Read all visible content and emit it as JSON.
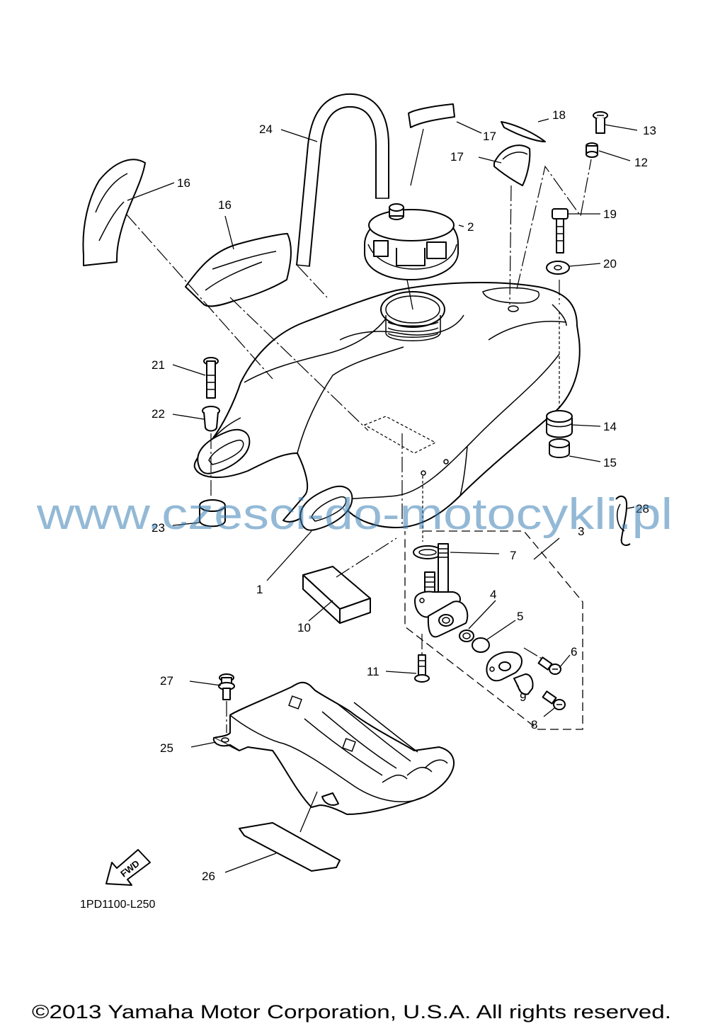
{
  "diagram": {
    "callouts": [
      {
        "id": "1",
        "label": "1"
      },
      {
        "id": "2",
        "label": "2"
      },
      {
        "id": "3",
        "label": "3"
      },
      {
        "id": "4",
        "label": "4"
      },
      {
        "id": "5",
        "label": "5"
      },
      {
        "id": "6",
        "label": "6"
      },
      {
        "id": "7",
        "label": "7"
      },
      {
        "id": "8",
        "label": "8"
      },
      {
        "id": "9",
        "label": "9"
      },
      {
        "id": "10",
        "label": "10"
      },
      {
        "id": "11",
        "label": "11"
      },
      {
        "id": "12",
        "label": "12"
      },
      {
        "id": "13",
        "label": "13"
      },
      {
        "id": "14",
        "label": "14"
      },
      {
        "id": "15",
        "label": "15"
      },
      {
        "id": "16a",
        "label": "16"
      },
      {
        "id": "16b",
        "label": "16"
      },
      {
        "id": "17a",
        "label": "17"
      },
      {
        "id": "17b",
        "label": "17"
      },
      {
        "id": "18",
        "label": "18"
      },
      {
        "id": "19",
        "label": "19"
      },
      {
        "id": "20",
        "label": "20"
      },
      {
        "id": "21",
        "label": "21"
      },
      {
        "id": "22",
        "label": "22"
      },
      {
        "id": "23",
        "label": "23"
      },
      {
        "id": "24",
        "label": "24"
      },
      {
        "id": "25",
        "label": "25"
      },
      {
        "id": "26",
        "label": "26"
      },
      {
        "id": "27",
        "label": "27"
      },
      {
        "id": "28",
        "label": "28"
      }
    ],
    "fwd_label": "FWD",
    "figure_code": "1PD1100-L250"
  },
  "watermark": "www.czesci-do-motocykli.pl",
  "copyright": "©2013 Yamaha Motor Corporation, U.S.A. All rights reserved."
}
